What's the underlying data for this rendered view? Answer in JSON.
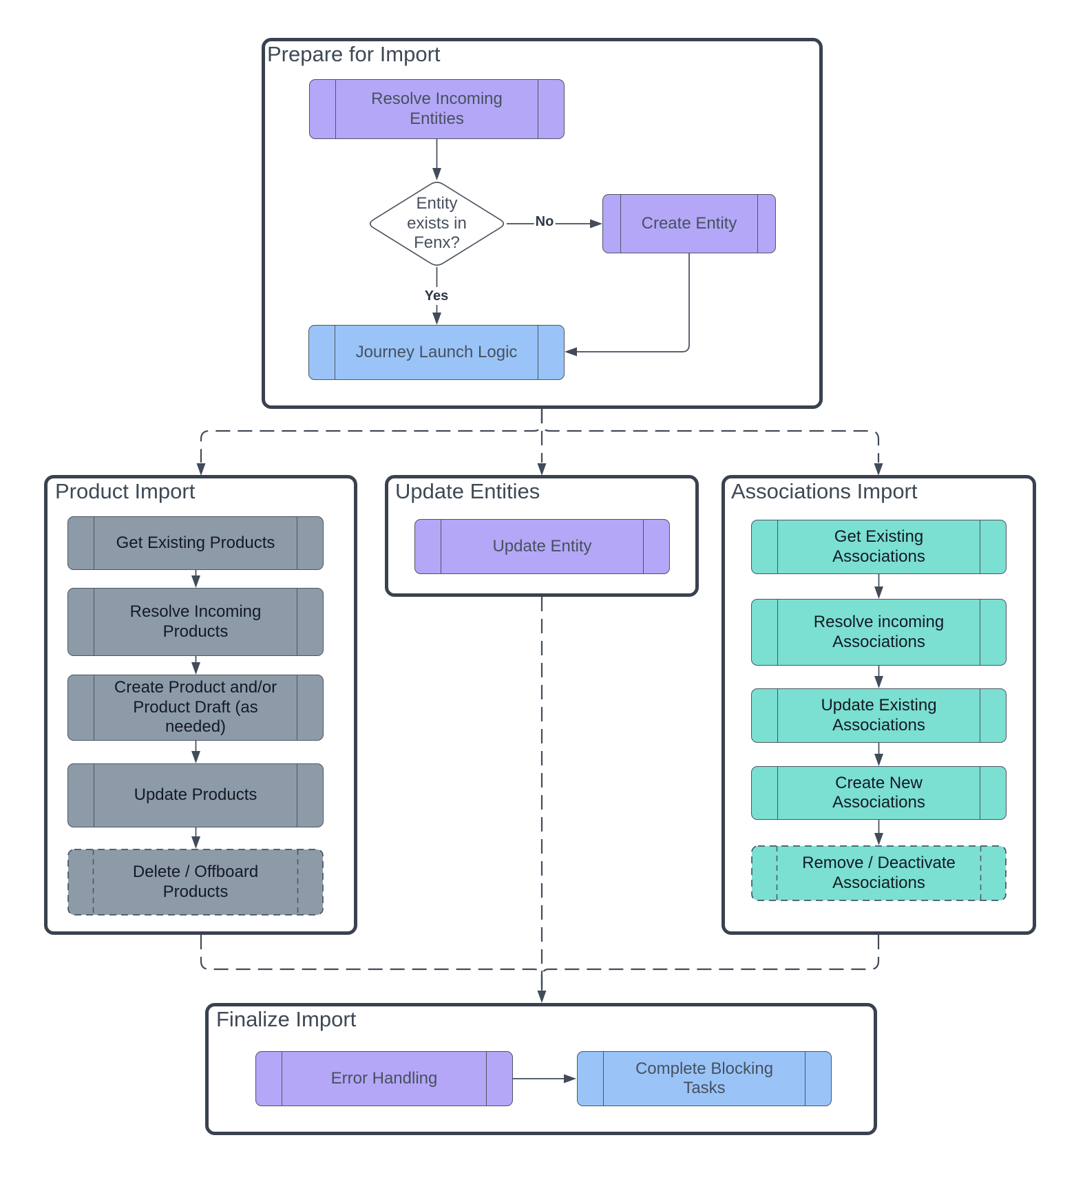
{
  "theme": {
    "bg": "#ffffff",
    "container-border": "#39424e",
    "connector": "#414b59",
    "box-border": "#4a5462",
    "title-color": "#3e4956",
    "purple-fill": "#b4a7f7",
    "blue-fill": "#9ac4f8",
    "gray-fill": "#8d9ba9",
    "teal-fill": "#7bdfd2",
    "light-text": "#47505f",
    "dark-text": "#141a23",
    "edge-label-color": "#2e3744"
  },
  "containers": {
    "prepare": {
      "title": "Prepare for Import"
    },
    "product": {
      "title": "Product Import"
    },
    "update": {
      "title": "Update Entities"
    },
    "associations": {
      "title": "Associations Import"
    },
    "finalize": {
      "title": "Finalize Import"
    }
  },
  "nodes": {
    "resolve_incoming_entities": "Resolve Incoming Entities",
    "decision": "Entity exists in Fenx?",
    "create_entity": "Create Entity",
    "journey_launch_logic": "Journey Launch Logic",
    "update_entity": "Update Entity",
    "product_steps": [
      "Get Existing Products",
      "Resolve Incoming Products",
      "Create Product and/or Product Draft (as needed)",
      "Update Products",
      "Delete / Offboard Products"
    ],
    "association_steps": [
      "Get Existing Associations",
      "Resolve incoming Associations",
      "Update Existing Associations",
      "Create New Associations",
      "Remove / Deactivate Associations"
    ],
    "error_handling": "Error Handling",
    "complete_blocking_tasks": "Complete Blocking Tasks"
  },
  "edge_labels": {
    "yes": "Yes",
    "no": "No"
  }
}
